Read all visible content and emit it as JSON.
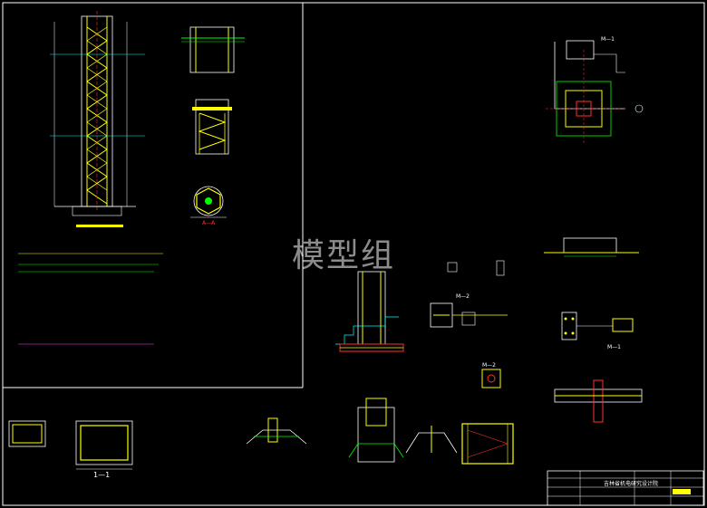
{
  "watermark": "模型组",
  "labels": {
    "detail_a": "A—A",
    "section_11": "1—1",
    "m1": "M—1",
    "m2": "M—2",
    "m2b": "M—2",
    "m1b": "M—1"
  },
  "title_block": {
    "institute": "吉林省机电研究设计院"
  },
  "colors": {
    "background": "#000000",
    "frame": "#ffffff",
    "rebar": "#ffff00",
    "outline": "#00ffff",
    "concrete": "#00ff00",
    "section_mark": "#ff3030",
    "dimension": "#ffffff"
  }
}
